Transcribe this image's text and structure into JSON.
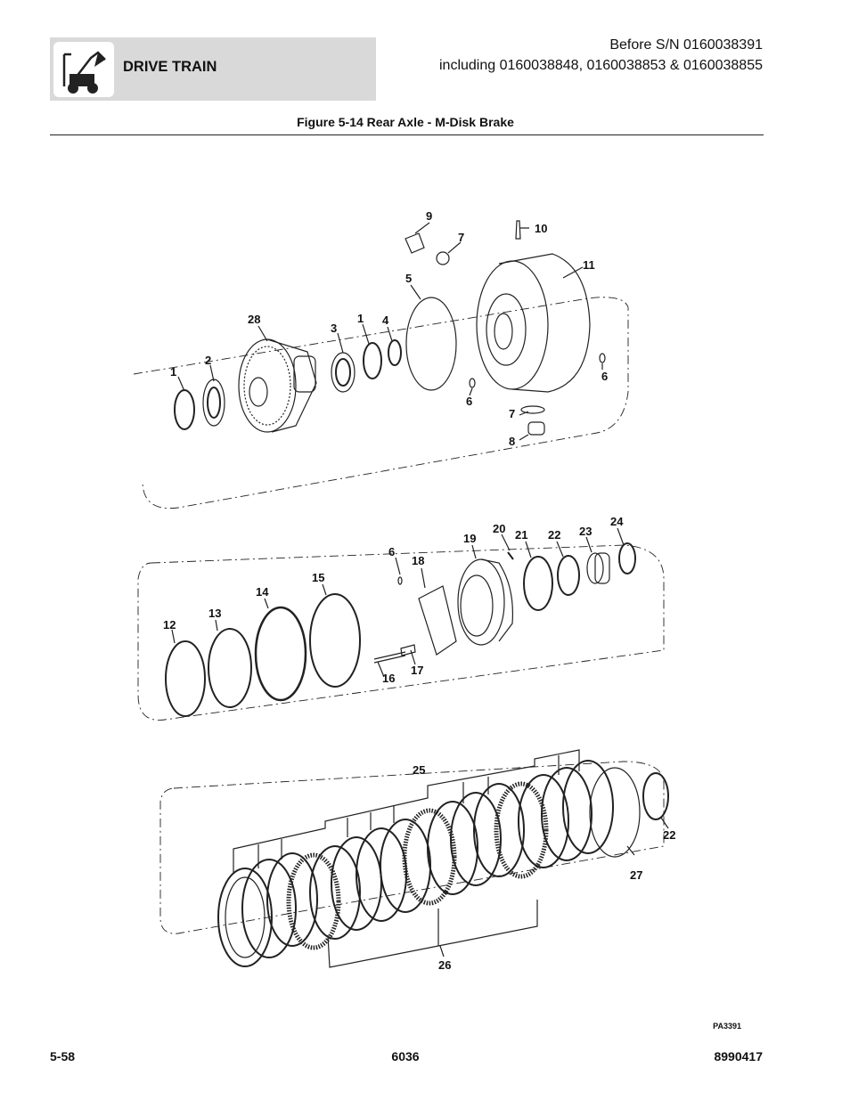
{
  "header": {
    "section": "DRIVE TRAIN",
    "serial_line1": "Before S/N 0160038391",
    "serial_line2": "including 0160038848, 0160038853 & 0160038855",
    "logo_icon": "boom-lift-icon"
  },
  "figure": {
    "title": "Figure 5-14 Rear Axle - M-Disk Brake",
    "code": "PA3391",
    "callouts": [
      "1",
      "2",
      "28",
      "3",
      "1",
      "4",
      "5",
      "9",
      "7",
      "10",
      "11",
      "6",
      "6",
      "7",
      "8",
      "6",
      "18",
      "19",
      "20",
      "21",
      "22",
      "23",
      "24",
      "12",
      "13",
      "14",
      "15",
      "16",
      "17",
      "25",
      "26",
      "27",
      "22"
    ]
  },
  "footer": {
    "page": "5-58",
    "center": "6036",
    "doc": "8990417"
  }
}
